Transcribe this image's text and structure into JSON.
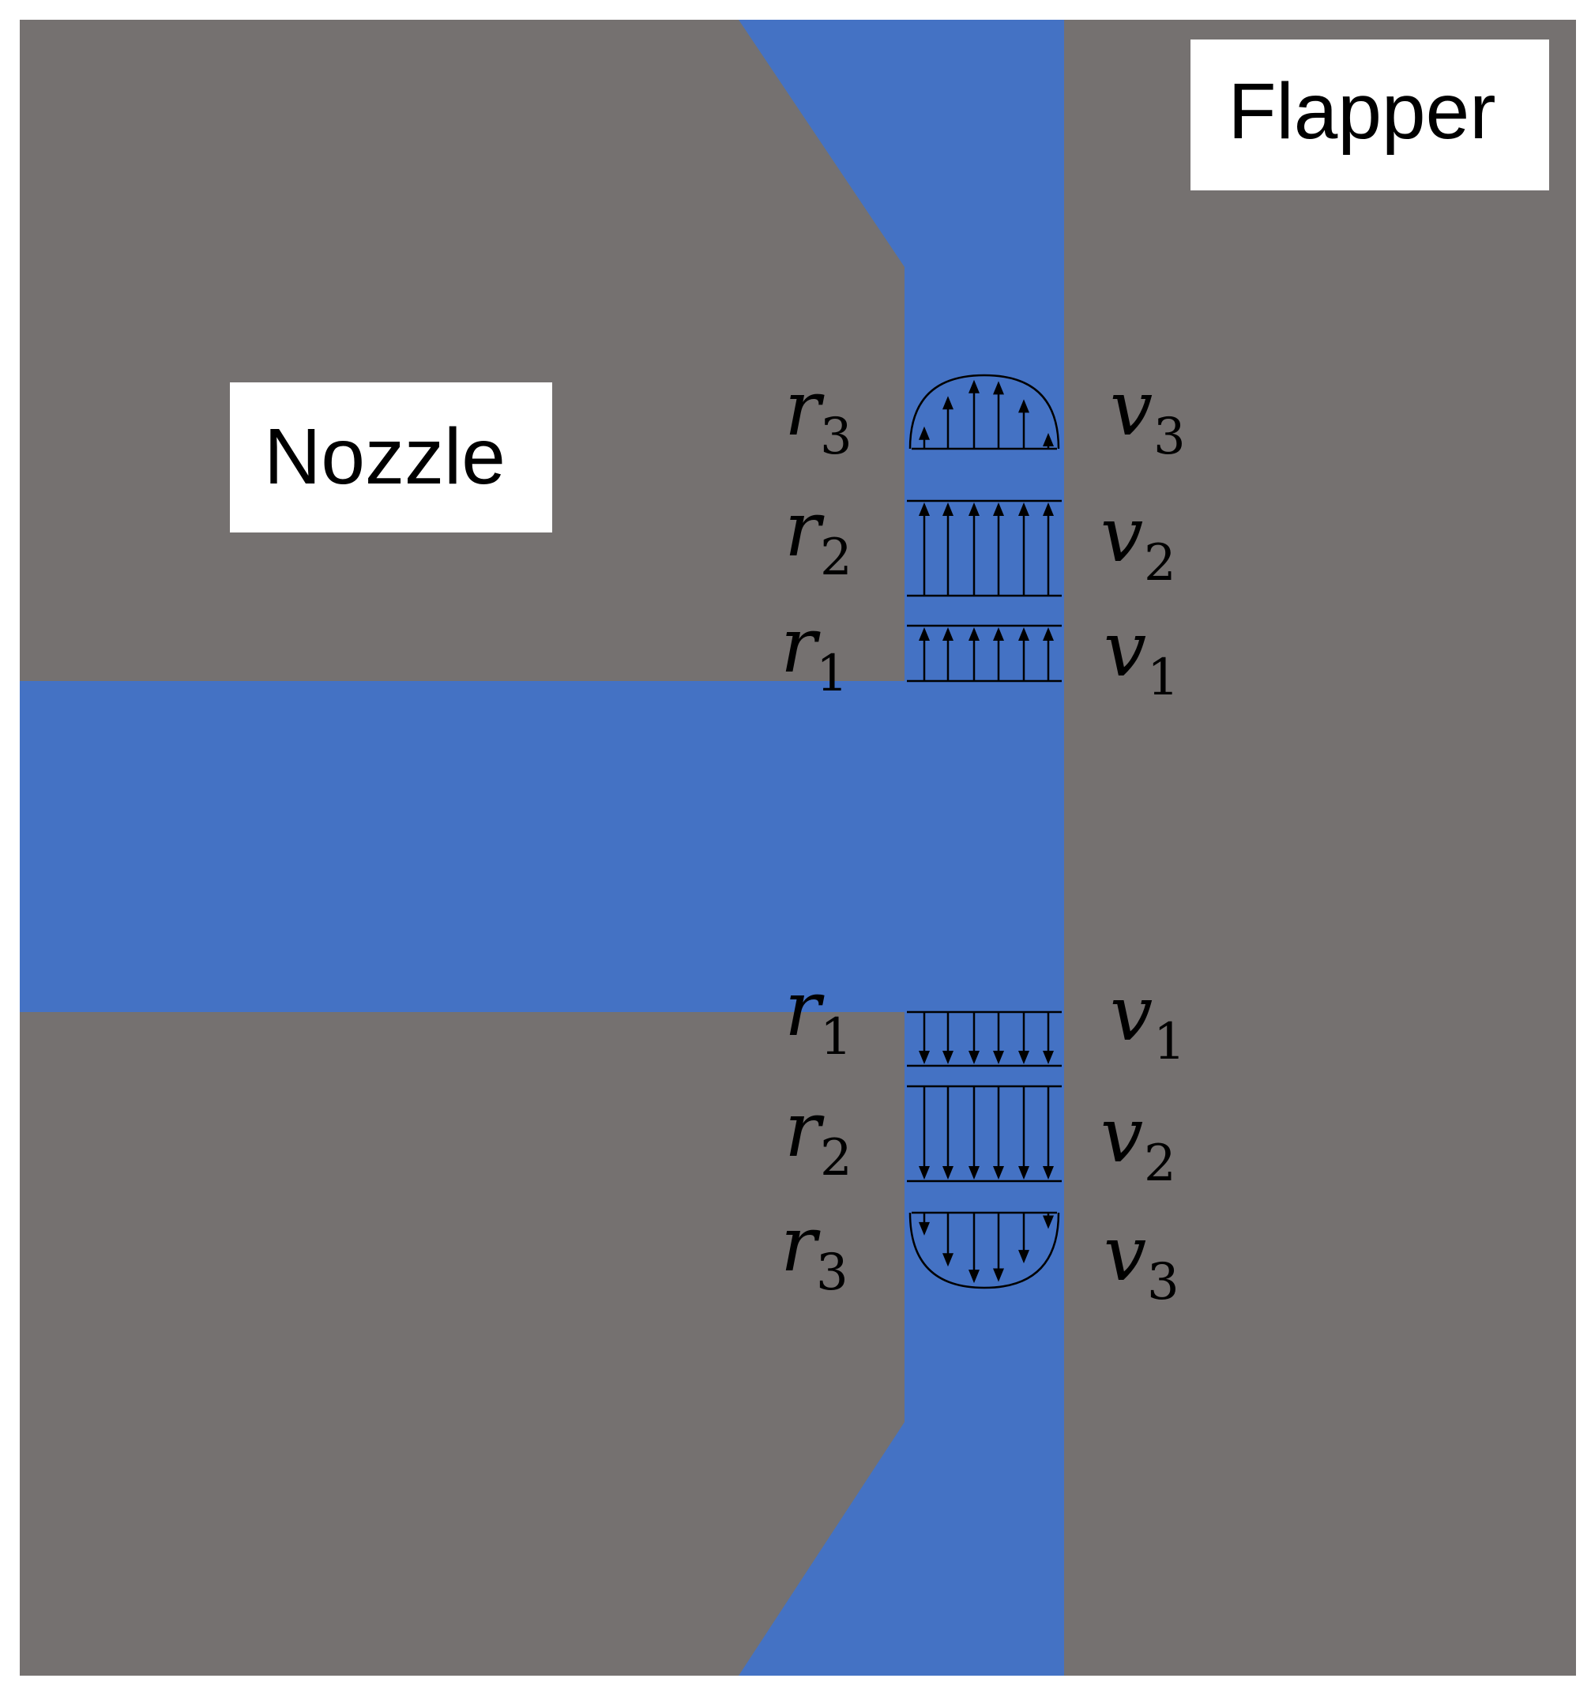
{
  "labels": {
    "nozzle": "Nozzle",
    "flapper": "Flapper"
  },
  "symbols": {
    "r1": {
      "letter": "r",
      "sub": "1"
    },
    "r2": {
      "letter": "r",
      "sub": "2"
    },
    "r3": {
      "letter": "r",
      "sub": "3"
    },
    "v1": {
      "letter": "v",
      "sub": "1"
    },
    "v2": {
      "letter": "v",
      "sub": "2"
    },
    "v3": {
      "letter": "v",
      "sub": "3"
    }
  },
  "colors": {
    "solid": "#757170",
    "fluid": "#4472C4",
    "label_box": "#FFFFFF",
    "ink": "#000000"
  },
  "profiles": {
    "top": [
      "parabolic",
      "uniform",
      "uniform"
    ],
    "bottom": [
      "uniform",
      "uniform",
      "parabolic"
    ]
  }
}
